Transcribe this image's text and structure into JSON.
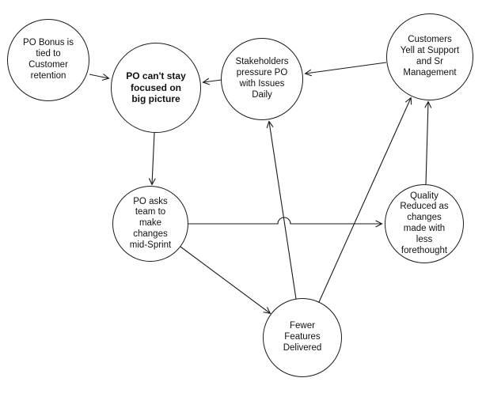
{
  "nodes": [
    {
      "id": "po-bonus",
      "label": "PO Bonus is\ntied to\nCustomer\nretention"
    },
    {
      "id": "po-focus",
      "label": "PO can't stay\nfocused on\nbig picture"
    },
    {
      "id": "stakeholders",
      "label": "Stakeholders\npressure PO\nwith Issues\nDaily"
    },
    {
      "id": "customers",
      "label": "Customers\nYell at Support\nand Sr\nManagement"
    },
    {
      "id": "po-asks-team",
      "label": "PO asks\nteam to\nmake\nchanges\nmid-Sprint"
    },
    {
      "id": "quality-reduced",
      "label": "Quality\nReduced as\nchanges\nmade with\nless\nforethought"
    },
    {
      "id": "fewer-features",
      "label": "Fewer\nFeatures\nDelivered"
    }
  ],
  "edges": [
    {
      "from": "po-bonus",
      "to": "po-focus"
    },
    {
      "from": "stakeholders",
      "to": "po-focus"
    },
    {
      "from": "customers",
      "to": "stakeholders"
    },
    {
      "from": "po-focus",
      "to": "po-asks-team"
    },
    {
      "from": "po-asks-team",
      "to": "quality-reduced"
    },
    {
      "from": "po-asks-team",
      "to": "fewer-features"
    },
    {
      "from": "fewer-features",
      "to": "stakeholders"
    },
    {
      "from": "fewer-features",
      "to": "customers"
    },
    {
      "from": "quality-reduced",
      "to": "customers"
    }
  ],
  "colors": {
    "stroke": "#1a1a1a",
    "background": "#ffffff"
  }
}
